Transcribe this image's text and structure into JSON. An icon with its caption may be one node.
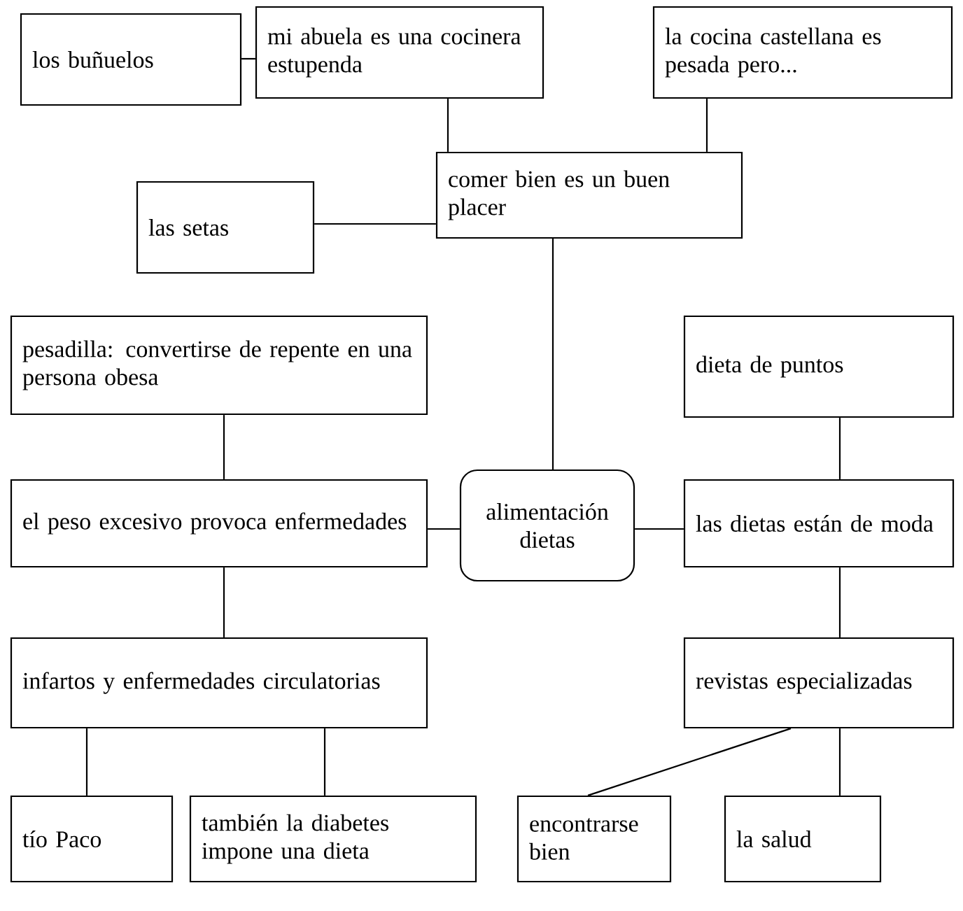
{
  "diagram": {
    "nodes": [
      {
        "text": [
          "los buñuelos"
        ]
      },
      {
        "text": [
          "mi abuela es una cocinera estupenda"
        ]
      },
      {
        "text": [
          "la cocina castellana es pesada pero..."
        ]
      },
      {
        "text": [
          "las setas"
        ]
      },
      {
        "text": [
          "comer bien es un buen placer"
        ]
      },
      {
        "text": [
          "pesadilla: convertirse de repente en una persona obesa"
        ]
      },
      {
        "text": [
          "dieta de puntos"
        ]
      },
      {
        "text": [
          "el peso excesivo provoca enfermedades"
        ]
      },
      {
        "text": [
          "alimentación dietas"
        ]
      },
      {
        "text": [
          "las dietas están de moda"
        ]
      },
      {
        "text": [
          "infartos y enfermedades circulatorias"
        ]
      },
      {
        "text": [
          "revistas especializadas"
        ]
      },
      {
        "text": [
          "tío Paco"
        ]
      },
      {
        "text": [
          "también la diabetes impone una dieta"
        ]
      },
      {
        "text": [
          "encontrarse bien"
        ]
      },
      {
        "text": [
          "la salud"
        ]
      }
    ],
    "edges": [
      {
        "from": 0,
        "to": 1,
        "arrow": "none"
      },
      {
        "from": 1,
        "to": 4,
        "arrow": "none"
      },
      {
        "from": 2,
        "to": 4,
        "arrow": "none"
      },
      {
        "from": 3,
        "to": 4,
        "arrow": "none"
      },
      {
        "from": 4,
        "to": 8,
        "arrow": "none"
      },
      {
        "from": 5,
        "to": 7,
        "arrow": "none"
      },
      {
        "from": 7,
        "to": 8,
        "arrow": "none"
      },
      {
        "from": 8,
        "to": 9,
        "arrow": "none"
      },
      {
        "from": 6,
        "to": 9,
        "arrow": "none"
      },
      {
        "from": 7,
        "to": 10,
        "arrow": "none"
      },
      {
        "from": 9,
        "to": 11,
        "arrow": "none"
      },
      {
        "from": 10,
        "to": 12,
        "arrow": "none"
      },
      {
        "from": 10,
        "to": 13,
        "arrow": "none"
      },
      {
        "from": 11,
        "to": 14,
        "arrow": "none"
      },
      {
        "from": 11,
        "to": 15,
        "arrow": "none"
      }
    ]
  }
}
